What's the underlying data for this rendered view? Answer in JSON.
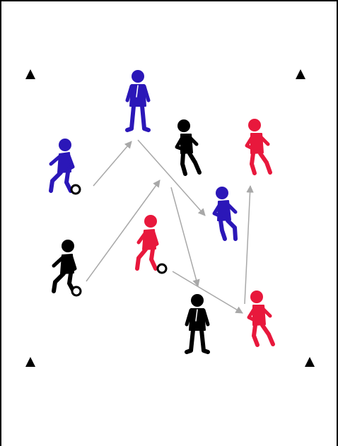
{
  "diagram": {
    "colors": {
      "blue_team": "#2b17b8",
      "red_team": "#e8183c",
      "black_team": "#000000",
      "pass_arrow": "#a8a8a8",
      "cone": "#000000",
      "ball": "#000000"
    },
    "cones": [
      "cone-top-left",
      "cone-top-right",
      "cone-bottom-left",
      "cone-bottom-right"
    ],
    "players": [
      {
        "id": "blue-standing",
        "team": "blue_team",
        "pose": "standing"
      },
      {
        "id": "blue-dribbler",
        "team": "blue_team",
        "pose": "dribbling",
        "has_ball": true
      },
      {
        "id": "blue-runner",
        "team": "blue_team",
        "pose": "running"
      },
      {
        "id": "black-runner",
        "team": "black_team",
        "pose": "running"
      },
      {
        "id": "black-dribbler",
        "team": "black_team",
        "pose": "dribbling",
        "has_ball": true
      },
      {
        "id": "black-standing",
        "team": "black_team",
        "pose": "standing"
      },
      {
        "id": "red-runner-top",
        "team": "red_team",
        "pose": "running"
      },
      {
        "id": "red-dribbler",
        "team": "red_team",
        "pose": "dribbling",
        "has_ball": true
      },
      {
        "id": "red-runner-bottom",
        "team": "red_team",
        "pose": "running"
      }
    ],
    "pass_arrows": [
      "blue-dribbler-to-blue-standing",
      "blue-standing-to-blue-runner",
      "black-dribbler-to-center",
      "center-to-black-standing",
      "red-dribbler-to-red-runner-bottom",
      "red-runner-bottom-to-red-runner-top"
    ]
  }
}
